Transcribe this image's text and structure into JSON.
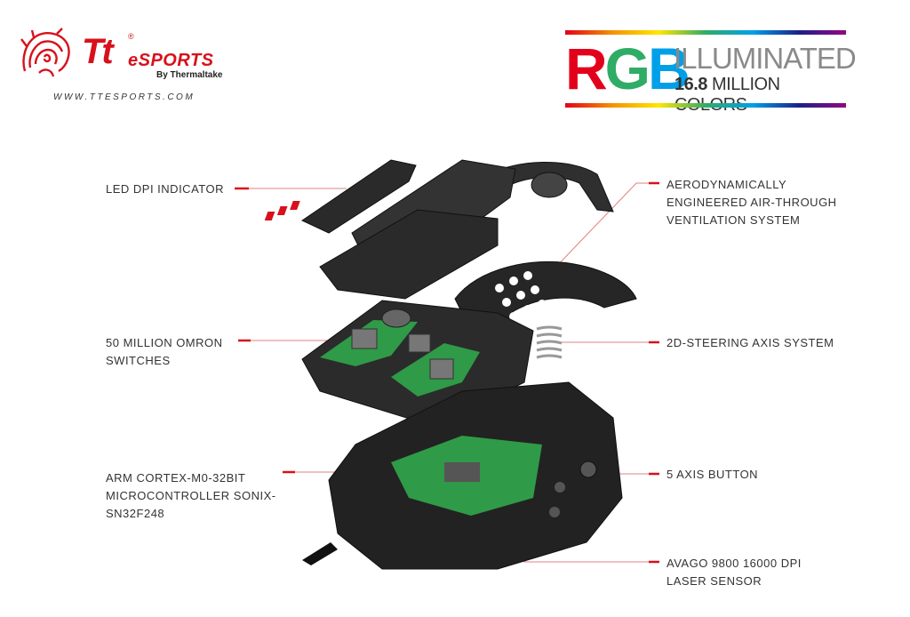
{
  "brand": {
    "logo_text": "Tt",
    "registered": "®",
    "name": "eSPORTS",
    "by": "By Thermaltake",
    "url": "WWW.TTESPORTS.COM"
  },
  "rgb_badge": {
    "r": "R",
    "g": "G",
    "b": "B",
    "illuminated": "ILLUMINATED",
    "million_number": "16.8",
    "million_text": "MILLION COLORS"
  },
  "callouts": {
    "led": "LED DPI INDICATOR",
    "omron_1": "50 MILLION OMRON",
    "omron_2": "SWITCHES",
    "arm_1": "ARM CORTEX-M0-32BIT",
    "arm_2": "MICROCONTROLLER SONIX-",
    "arm_3": "SN32F248",
    "aero_1": "AERODYNAMICALLY",
    "aero_2": "ENGINEERED AIR-THROUGH",
    "aero_3": "VENTILATION SYSTEM",
    "steering": "2D-STEERING AXIS SYSTEM",
    "axis": "5 AXIS BUTTON",
    "sensor_1": "AVAGO 9800 16000 DPI",
    "sensor_2": "LASER SENSOR"
  },
  "colors": {
    "accent_red": "#d7111b",
    "callout_line": "#e07070",
    "pcb_green": "#2f9a47",
    "shell": "#2b2b2b"
  }
}
